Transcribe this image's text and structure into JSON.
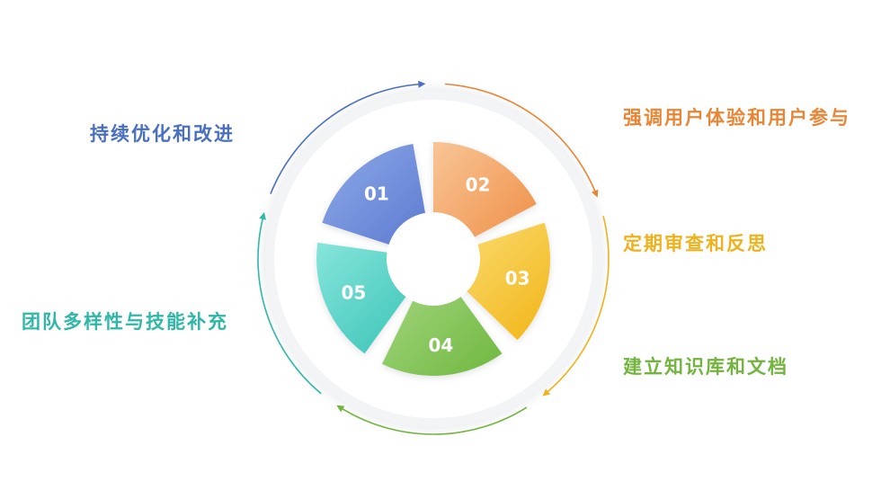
{
  "steps": [
    {
      "number": "01",
      "label": "持续优化和改进",
      "color": "#4a6fc0",
      "light": "#8eaae8",
      "dark": "#5775cf"
    },
    {
      "number": "02",
      "label": "强调用户体验和用户参与",
      "color": "#e88636",
      "light": "#f8c596",
      "dark": "#ef8a3f"
    },
    {
      "number": "03",
      "label": "定期审查和反思",
      "color": "#eeb21e",
      "light": "#fbe07c",
      "dark": "#f2b516"
    },
    {
      "number": "04",
      "label": "建立知识库和文档",
      "color": "#72b43e",
      "light": "#a9da86",
      "dark": "#6fb73f"
    },
    {
      "number": "05",
      "label": "团队多样性与技能补充",
      "color": "#2fb7a8",
      "light": "#86e5dc",
      "dark": "#33c0b2"
    }
  ]
}
